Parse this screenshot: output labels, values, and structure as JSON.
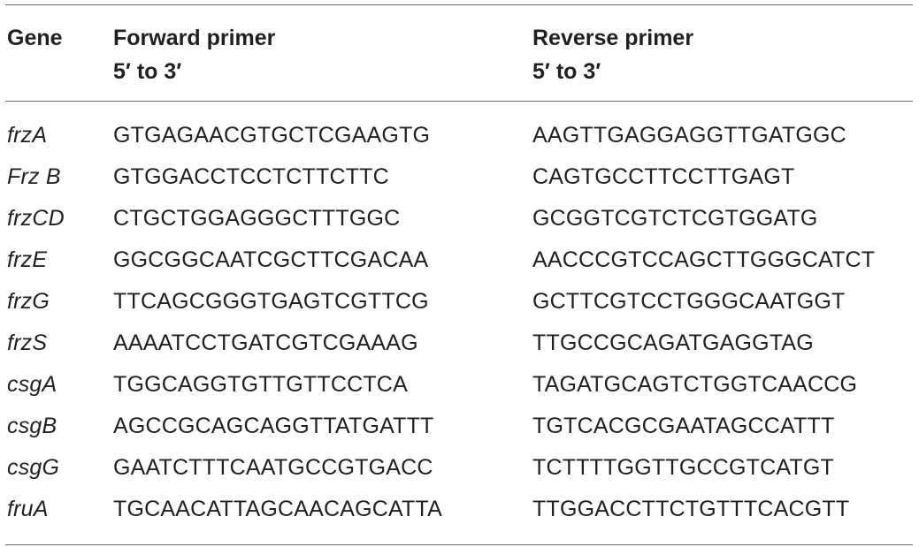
{
  "table": {
    "headers": {
      "gene": "Gene",
      "forward_line1": "Forward primer",
      "forward_line2": "5′ to 3′",
      "reverse_line1": "Reverse primer",
      "reverse_line2": "5′ to 3′"
    },
    "rows": [
      {
        "gene": "frzA",
        "forward": "GTGAGAACGTGCTCGAAGTG",
        "reverse": "AAGTTGAGGAGGTTGATGGC"
      },
      {
        "gene": "Frz B",
        "forward": "GTGGACCTCCTCTTCTTC",
        "reverse": "CAGTGCCTTCCTTGAGT"
      },
      {
        "gene": "frzCD",
        "forward": "CTGCTGGAGGGCTTTGGC",
        "reverse": "GCGGTCGTCTCGTGGATG"
      },
      {
        "gene": "frzE",
        "forward": "GGCGGCAATCGCTTCGACAA",
        "reverse": "AACCCGTCCAGCTTGGGCATCT"
      },
      {
        "gene": "frzG",
        "forward": "TTCAGCGGGTGAGTCGTTCG",
        "reverse": "GCTTCGTCCTGGGCAATGGT"
      },
      {
        "gene": "frzS",
        "forward": "AAAATCCTGATCGTCGAAAG",
        "reverse": "TTGCCGCAGATGAGGTAG"
      },
      {
        "gene": "csgA",
        "forward": "TGGCAGGTGTTGTTCCTCA",
        "reverse": "TAGATGCAGTCTGGTCAACCG"
      },
      {
        "gene": "csgB",
        "forward": "AGCCGCAGCAGGTTATGATTT",
        "reverse": "TGTCACGCGAATAGCCATTT"
      },
      {
        "gene": "csgG",
        "forward": "GAATCTTTCAATGCCGTGACC",
        "reverse": "TCTTTTGGTTGCCGTCATGT"
      },
      {
        "gene": "fruA",
        "forward": "TGCAACATTAGCAACAGCATTA",
        "reverse": "TTGGACCTTCTGTTTCACGTT"
      }
    ]
  }
}
